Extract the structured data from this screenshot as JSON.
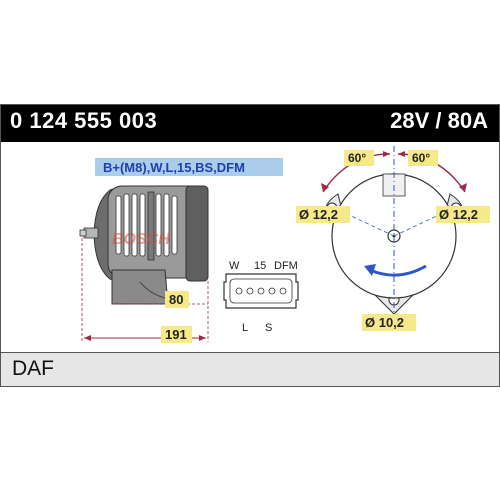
{
  "header": {
    "part_number": "0 124 555 003",
    "rating": "28V / 80A"
  },
  "terminal_label": "B+(M8),W,L,15,BS,DFM",
  "watermark": "BOSCH",
  "connector": {
    "top_pins": [
      "W",
      "15",
      "DFM"
    ],
    "bottom_pins": [
      "L",
      "S"
    ]
  },
  "dimensions": {
    "height": "80",
    "length": "191"
  },
  "mounting": {
    "angle_left": "60°",
    "angle_right": "60°",
    "hole_left": "Ø 12,2",
    "hole_right": "Ø 12,2",
    "hole_bottom": "Ø 10,2"
  },
  "footer": {
    "brand": "DAF"
  },
  "colors": {
    "accent_blue": "#2f56c9",
    "label_bg": "#a9cdeb",
    "dim_yellow": "#f5e98a",
    "dim_line": "#9b2a46",
    "body_gray": "#8e8e8e"
  }
}
